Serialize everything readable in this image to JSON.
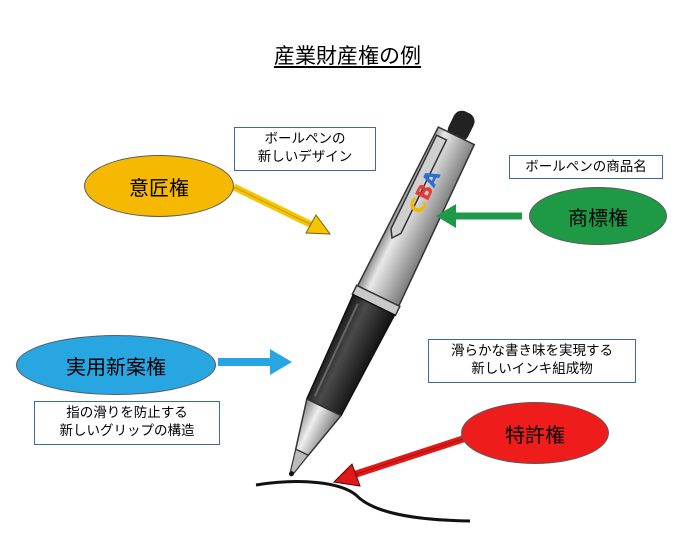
{
  "title": "産業財産権の例",
  "rights": {
    "design": "意匠権",
    "trademark": "商標権",
    "utility_model": "実用新案権",
    "patent": "特許権"
  },
  "notes": {
    "design": [
      "ボールペンの",
      "新しいデザイン"
    ],
    "trademark": "ボールペンの商品名",
    "utility_model": [
      "指の滑りを防止する",
      "新しいグリップの構造"
    ],
    "patent": [
      "滑らかな書き味を実現する",
      "新しいインキ組成物"
    ]
  },
  "pen_logo": {
    "letters": [
      "A",
      "B",
      "C"
    ],
    "colors": [
      "#2b6fd6",
      "#e53935",
      "#f2b705"
    ]
  },
  "colors": {
    "design": "#f6b800",
    "trademark": "#1e9a46",
    "utility_model": "#27a6e2",
    "patent": "#ef1c1c"
  }
}
